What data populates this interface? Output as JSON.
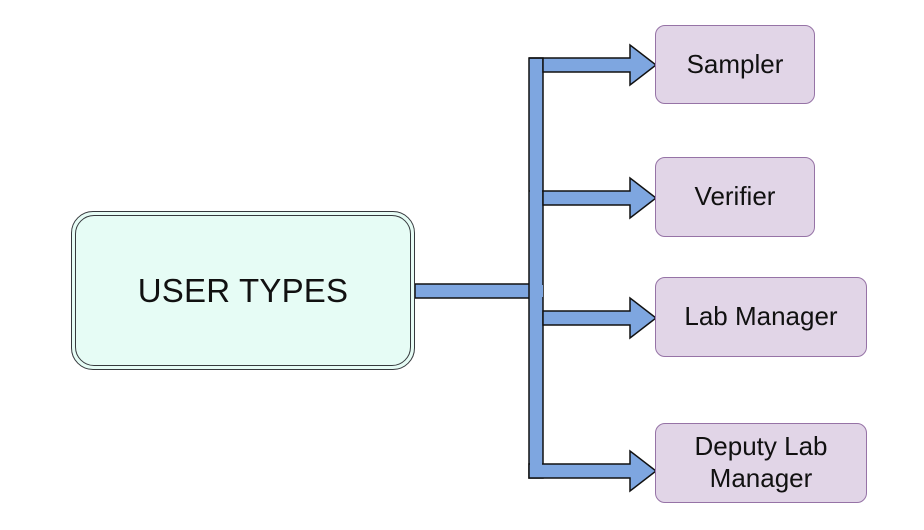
{
  "diagram": {
    "root": {
      "label": "USER TYPES"
    },
    "children": [
      {
        "label": "Sampler"
      },
      {
        "label": "Verifier"
      },
      {
        "label": "Lab Manager"
      },
      {
        "label": "Deputy Lab\nManager"
      }
    ]
  },
  "colors": {
    "root_fill": "#e6fcf5",
    "root_stroke": "#36393d",
    "leaf_fill": "#e1d5e7",
    "leaf_stroke": "#9673a6",
    "arrow_fill": "#7ea6e0",
    "arrow_stroke": "#111111"
  }
}
